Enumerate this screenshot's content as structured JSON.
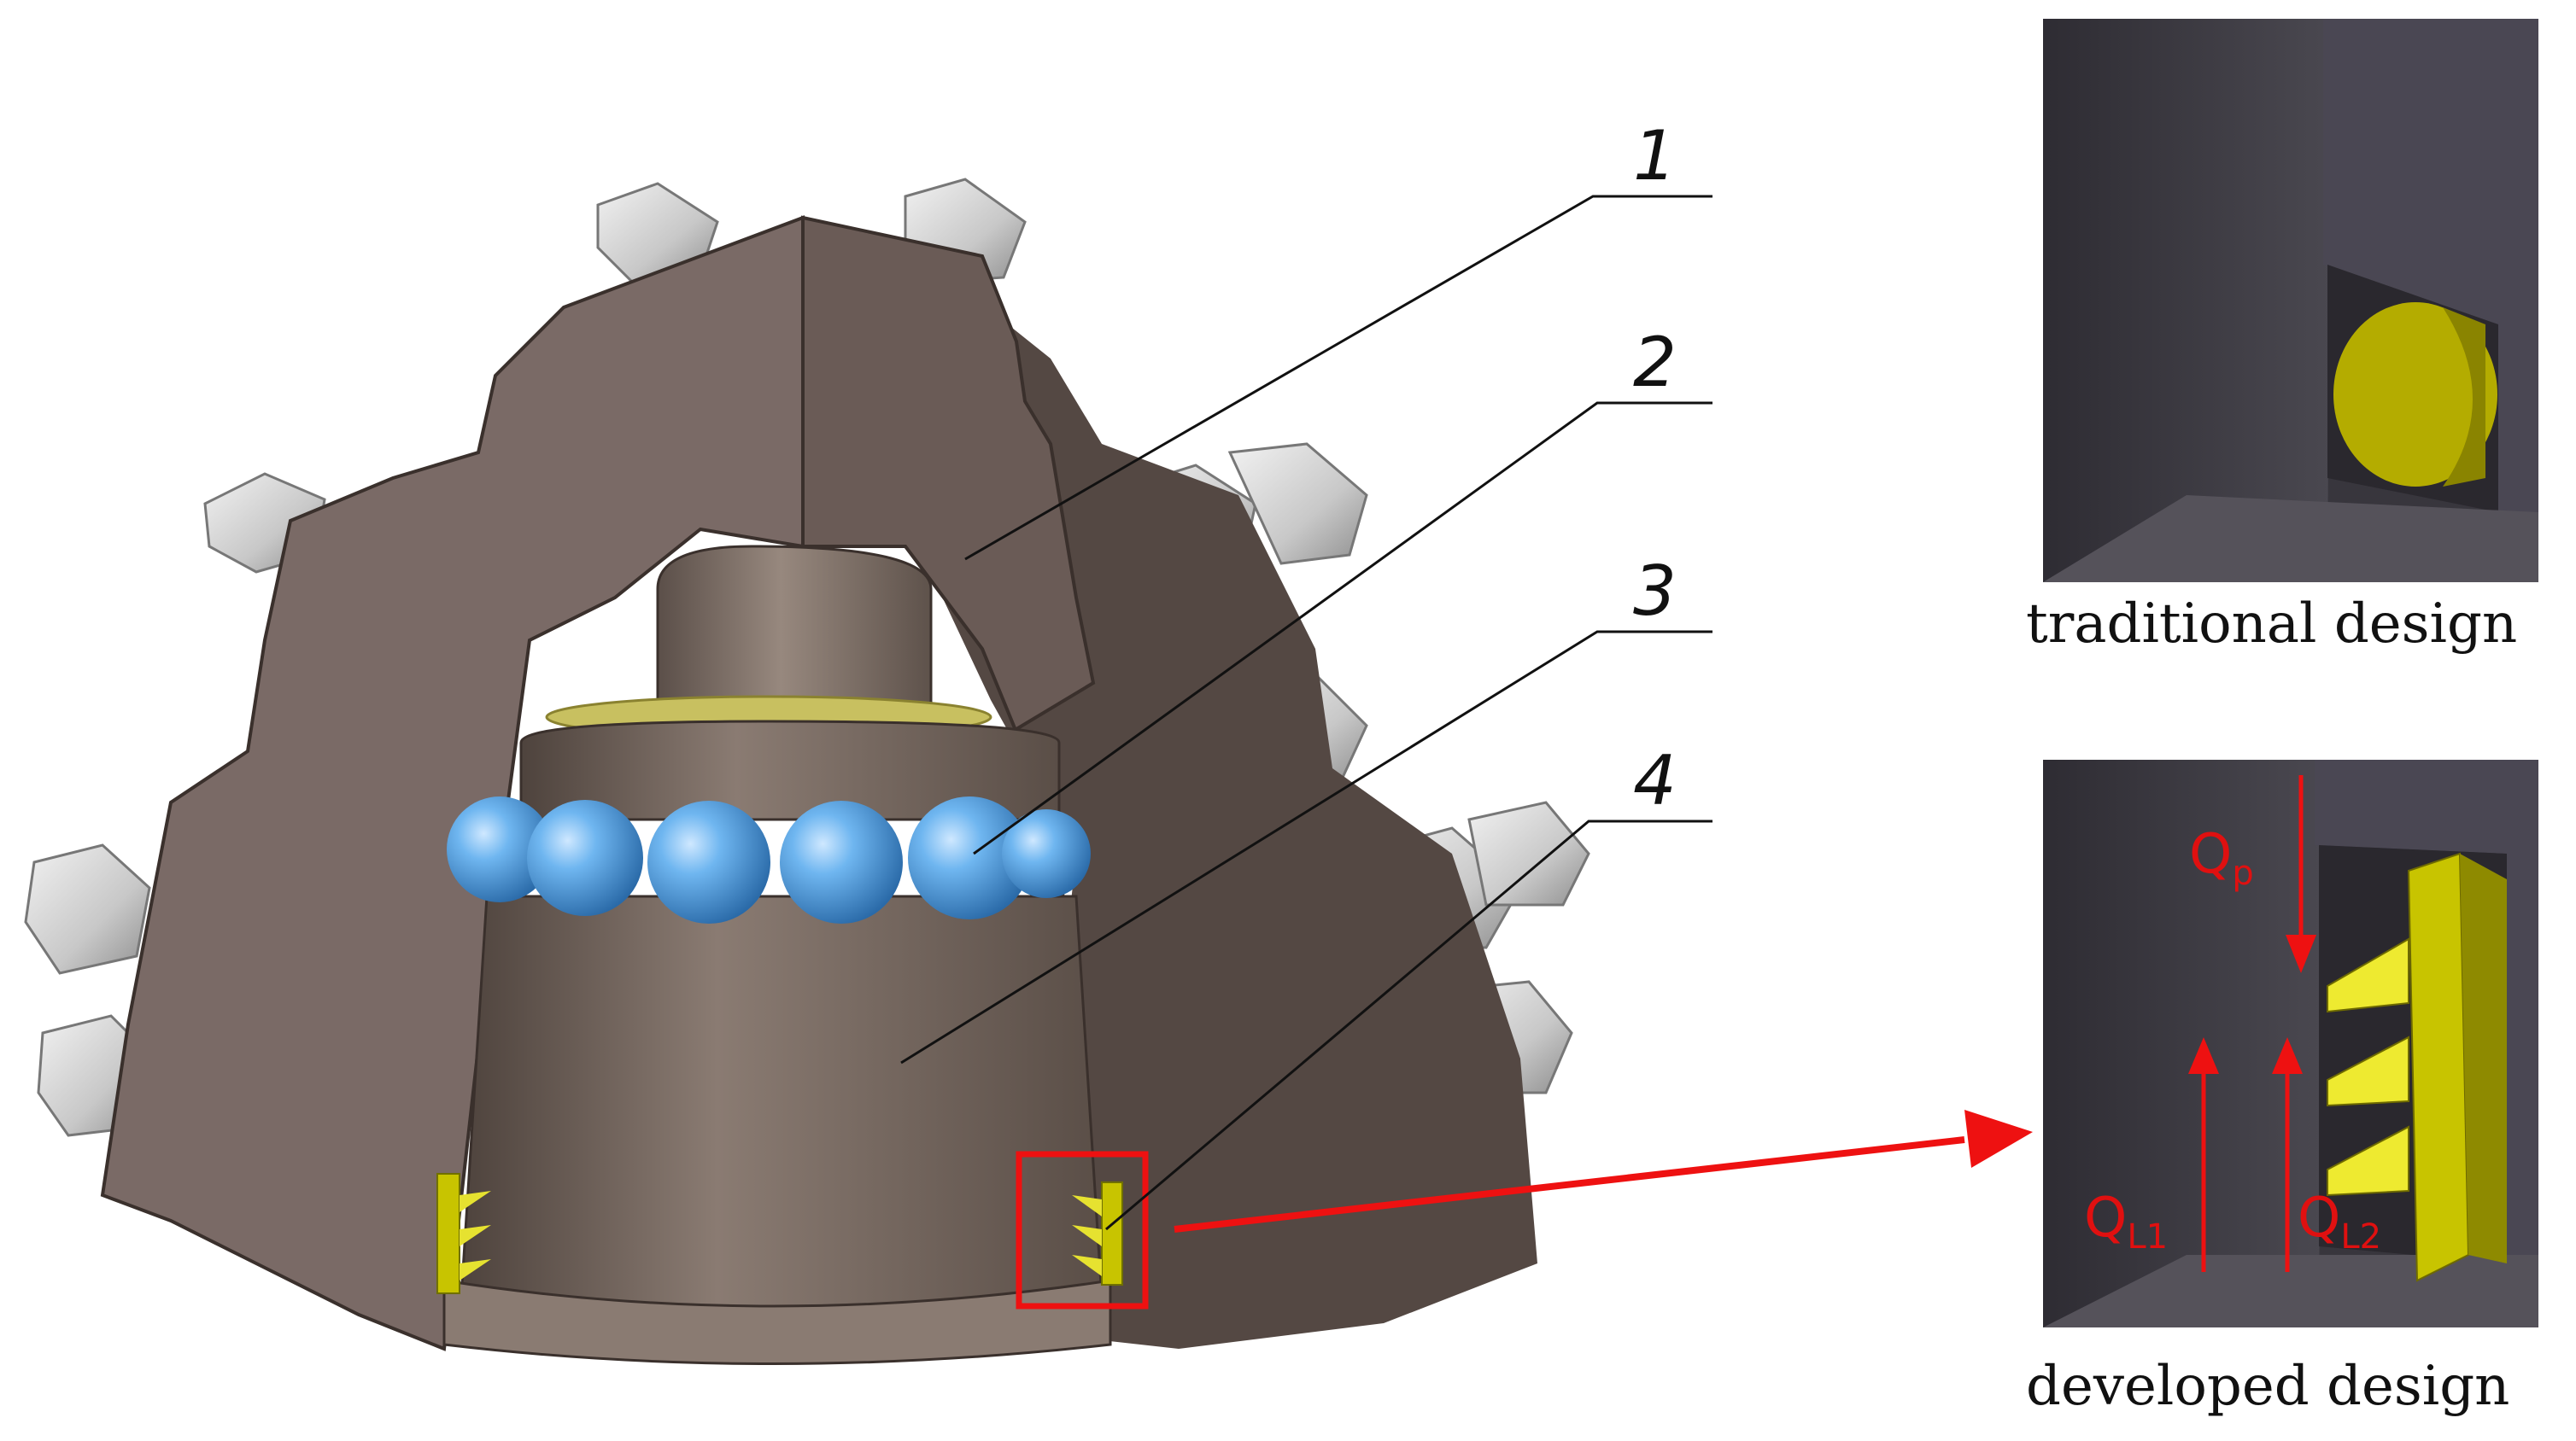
{
  "callouts": [
    {
      "number": "1",
      "part": "cone body"
    },
    {
      "number": "2",
      "part": "ball bearing"
    },
    {
      "number": "3",
      "part": "journal"
    },
    {
      "number": "4",
      "part": "seal"
    }
  ],
  "panels": {
    "traditional": {
      "caption": "traditional design"
    },
    "developed": {
      "caption": "developed design"
    }
  },
  "flow_labels": {
    "qp": {
      "main": "Q",
      "sub": "p"
    },
    "ql1": {
      "main": "Q",
      "sub": "L1"
    },
    "ql2": {
      "main": "Q",
      "sub": "L2"
    }
  },
  "colors": {
    "cone": "#7a6a66",
    "cone_light": "#8e7e79",
    "journal": "#6e6058",
    "balls": "#5aa8e6",
    "inserts": "#d8d8d8",
    "seal": "#c8c400",
    "arrow": "#ee1111",
    "panel_bg": "#3c3a40"
  }
}
